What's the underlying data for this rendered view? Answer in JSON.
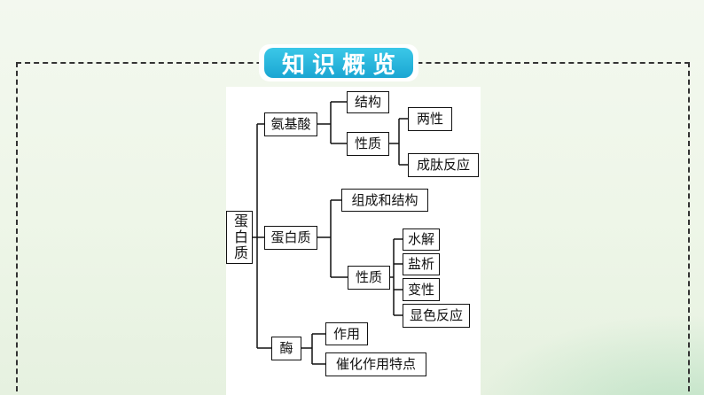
{
  "title": "知识概览",
  "diagram": {
    "root": "蛋白质",
    "amino_acid": "氨基酸",
    "aa_structure": "结构",
    "aa_property": "性质",
    "aa_prop_amphoteric": "两性",
    "aa_prop_peptide": "成肽反应",
    "protein": "蛋白质",
    "protein_composition": "组成和结构",
    "protein_property": "性质",
    "protein_hydrolysis": "水解",
    "protein_salting_out": "盐析",
    "protein_denaturation": "变性",
    "protein_color_reaction": "显色反应",
    "enzyme": "酶",
    "enzyme_function": "作用",
    "enzyme_catalysis": "催化作用特点"
  }
}
